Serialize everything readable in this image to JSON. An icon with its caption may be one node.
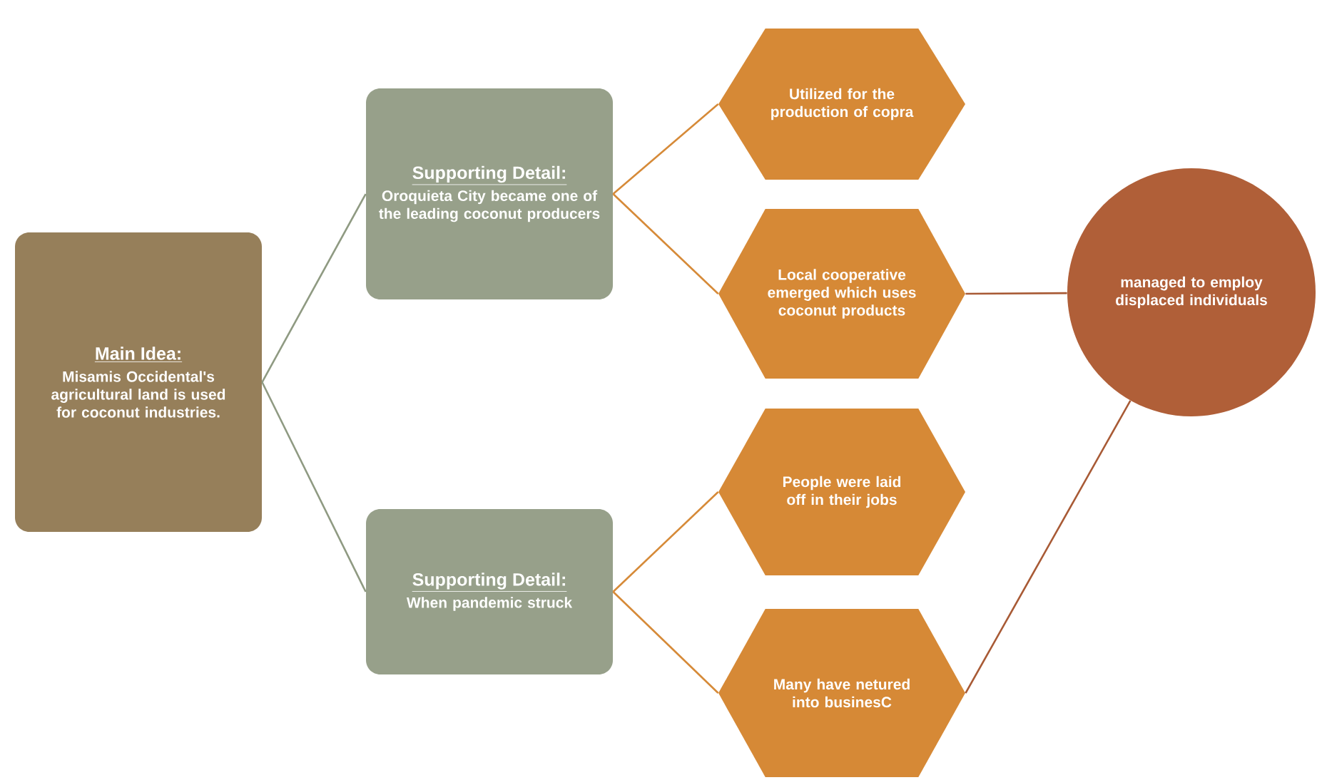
{
  "diagram": {
    "nodes": [
      {
        "text": [
          "Main Idea:",
          "Misamis Occidental's agricultural land is used for coconut industries."
        ]
      },
      {
        "text": [
          "Supporting Detail:",
          "Oroquieta City became one of the leading coconut producers"
        ]
      },
      {
        "text": [
          "Supporting Detail:",
          "When pandemic struck"
        ]
      },
      {
        "text": [
          "Utilized for the production of copra"
        ]
      },
      {
        "text": [
          "Local cooperative emerged which uses coconut products"
        ]
      },
      {
        "text": [
          "People were laid off in their jobs"
        ]
      },
      {
        "text": [
          "Many have netured into businesC"
        ]
      },
      {
        "text": [
          "managed to employ displaced individuals"
        ]
      }
    ],
    "edges": [
      {
        "from": 0,
        "to": 1,
        "arrow": "none",
        "color": "#8f9a82"
      },
      {
        "from": 0,
        "to": 2,
        "arrow": "none",
        "color": "#8f9a82"
      },
      {
        "from": 1,
        "to": 3,
        "arrow": "none"
      },
      {
        "from": 1,
        "to": 4,
        "arrow": "none"
      },
      {
        "from": 2,
        "to": 5,
        "arrow": "none"
      },
      {
        "from": 2,
        "to": 6,
        "arrow": "none"
      },
      {
        "from": 4,
        "to": 7,
        "arrow": "none",
        "color": "#a85a35"
      },
      {
        "from": 6,
        "to": 7,
        "arrow": "none",
        "color": "#a85a35"
      }
    ]
  }
}
